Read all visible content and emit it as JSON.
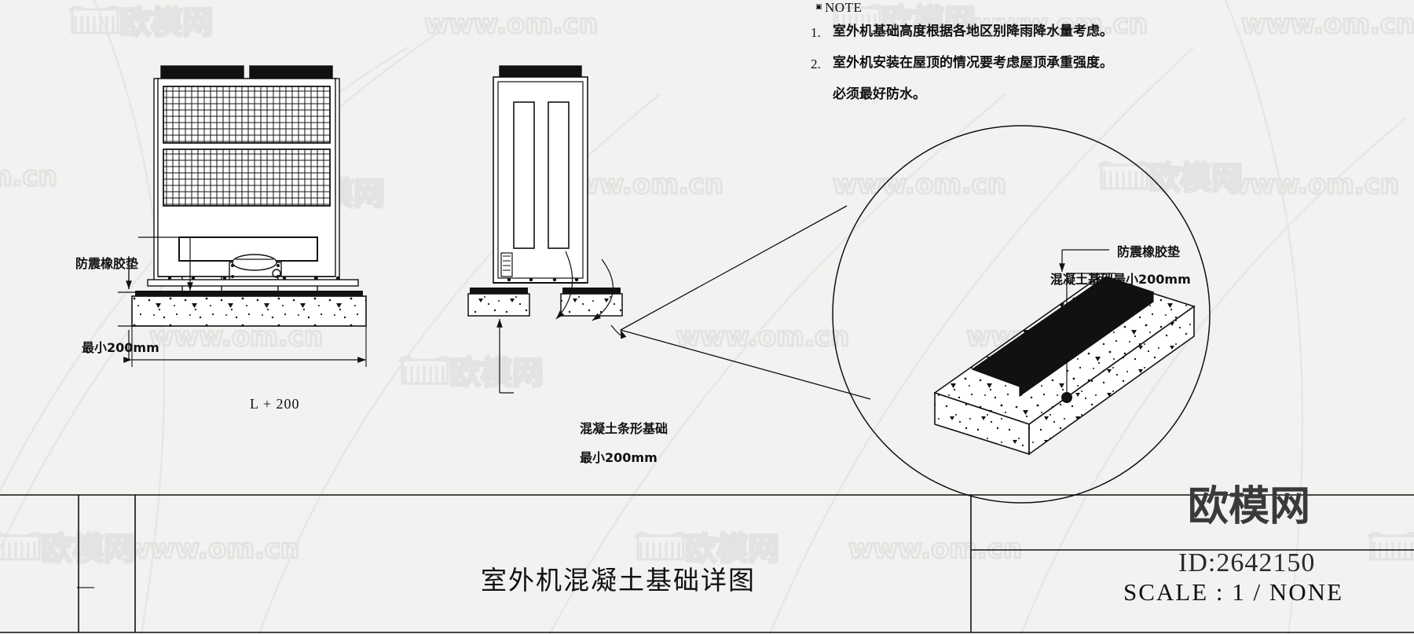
{
  "document": {
    "kind": "cad-drawing",
    "title": "室外机混凝土基础详图",
    "scale_label": "SCALE : 1 / NONE",
    "id_label": "ID:2642150",
    "revision_cell": "—",
    "background_color": "#f2f2f0",
    "ink_color": "#111111",
    "watermark_color": "#e2e2e0"
  },
  "notes": {
    "heading": "NOTE",
    "items": [
      {
        "num": "1.",
        "text": "室外机基础高度根据各地区别降雨降水量考虑。"
      },
      {
        "num": "2.",
        "text": "室外机安装在屋顶的情况要考虑屋顶承重强度。"
      },
      {
        "num": "",
        "text": "必须最好防水。"
      }
    ]
  },
  "views": {
    "front": {
      "name": "front-elevation",
      "labels": {
        "rubber_pad": "防震橡胶垫",
        "min_height": "最小200mm",
        "overall_width": "L + 200"
      }
    },
    "side": {
      "name": "side-elevation",
      "labels": {
        "strip_footing_line1": "混凝土条形基础",
        "strip_footing_line2": "最小200mm"
      }
    },
    "detail": {
      "name": "enlarged-detail",
      "labels": {
        "rubber_pad": "防震橡胶垫",
        "concrete_base": "混凝土基础最小200mm"
      }
    }
  },
  "watermarks": {
    "brand": "欧模网",
    "url": "www.om.cn",
    "logo_brand": "欧模网"
  }
}
